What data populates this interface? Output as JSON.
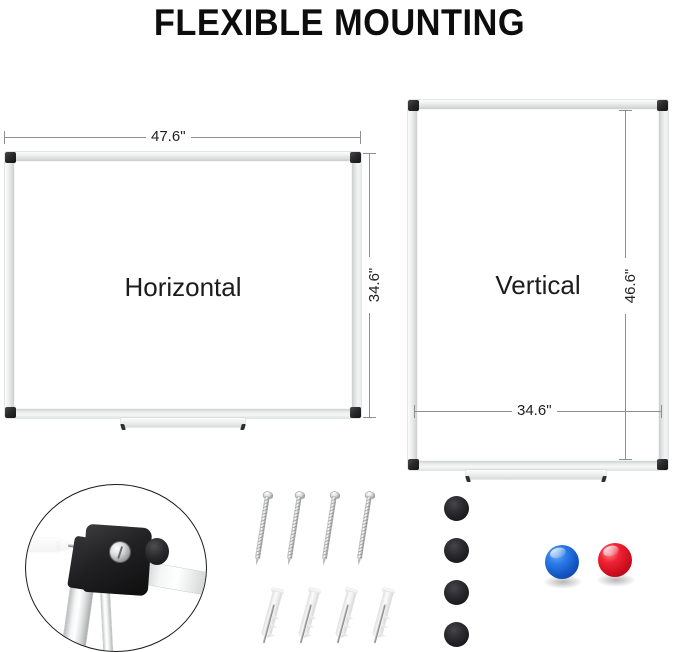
{
  "header": {
    "title": "FLEXIBLE MOUNTING"
  },
  "boards": {
    "horizontal": {
      "label": "Horizontal",
      "width_dimension": "47.6\"",
      "height_dimension": "34.6\"",
      "orientation_name": "horizontal-whiteboard"
    },
    "vertical": {
      "label": "Vertical",
      "width_dimension": "34.6\"",
      "height_dimension": "46.6\"",
      "orientation_name": "vertical-whiteboard"
    }
  },
  "accessories": {
    "detail_callout": {
      "name": "mounting-bracket-detail",
      "parts": [
        "wall-anchor",
        "screw",
        "corner-bracket",
        "bracket-cap",
        "aluminum-frame-rail"
      ]
    },
    "screws": {
      "name": "mounting-screw",
      "count": 4
    },
    "wall_anchors": {
      "name": "wall-anchor-plug",
      "count": 4
    },
    "black_magnets": {
      "name": "black-round-magnet",
      "count": 4
    },
    "dome_magnets": [
      {
        "name": "blue-dome-magnet",
        "color": "#1565d8"
      },
      {
        "name": "red-dome-magnet",
        "color": "#e01526"
      }
    ]
  },
  "colors": {
    "title": "#0d0d0d",
    "frame_light": "#f2f3f3",
    "frame_dark": "#cdcfcf",
    "corner": "#1a1a1c",
    "dimension_line": "#8c8e90",
    "board_face": "#ffffff",
    "magnet_black": "#232326",
    "magnet_blue": "#1565d8",
    "magnet_red": "#e01526"
  }
}
